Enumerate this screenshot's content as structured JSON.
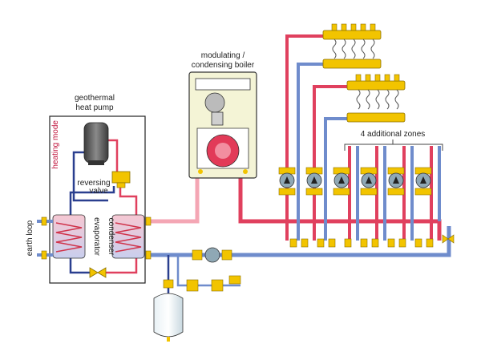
{
  "labels": {
    "boiler_line1": "modulating /",
    "boiler_line2": "condensing boiler",
    "heat_pump_line1": "geothermal",
    "heat_pump_line2": "heat pump",
    "heating_mode": "heating mode",
    "reversing_line1": "reversing",
    "reversing_line2": "valve",
    "earth_loop": "earth loop",
    "evaporator": "evaporator",
    "condenser": "condenser",
    "additional_zones": "4 additional zones"
  },
  "colors": {
    "supply": "#e0405e",
    "return": "#6f8ccc",
    "light_supply": "#f4a6b4",
    "brass": "#f2c400",
    "tank": "#555555",
    "coil": "#d0344c"
  },
  "counts": {
    "zones": 6,
    "manifold_loops": 5
  }
}
